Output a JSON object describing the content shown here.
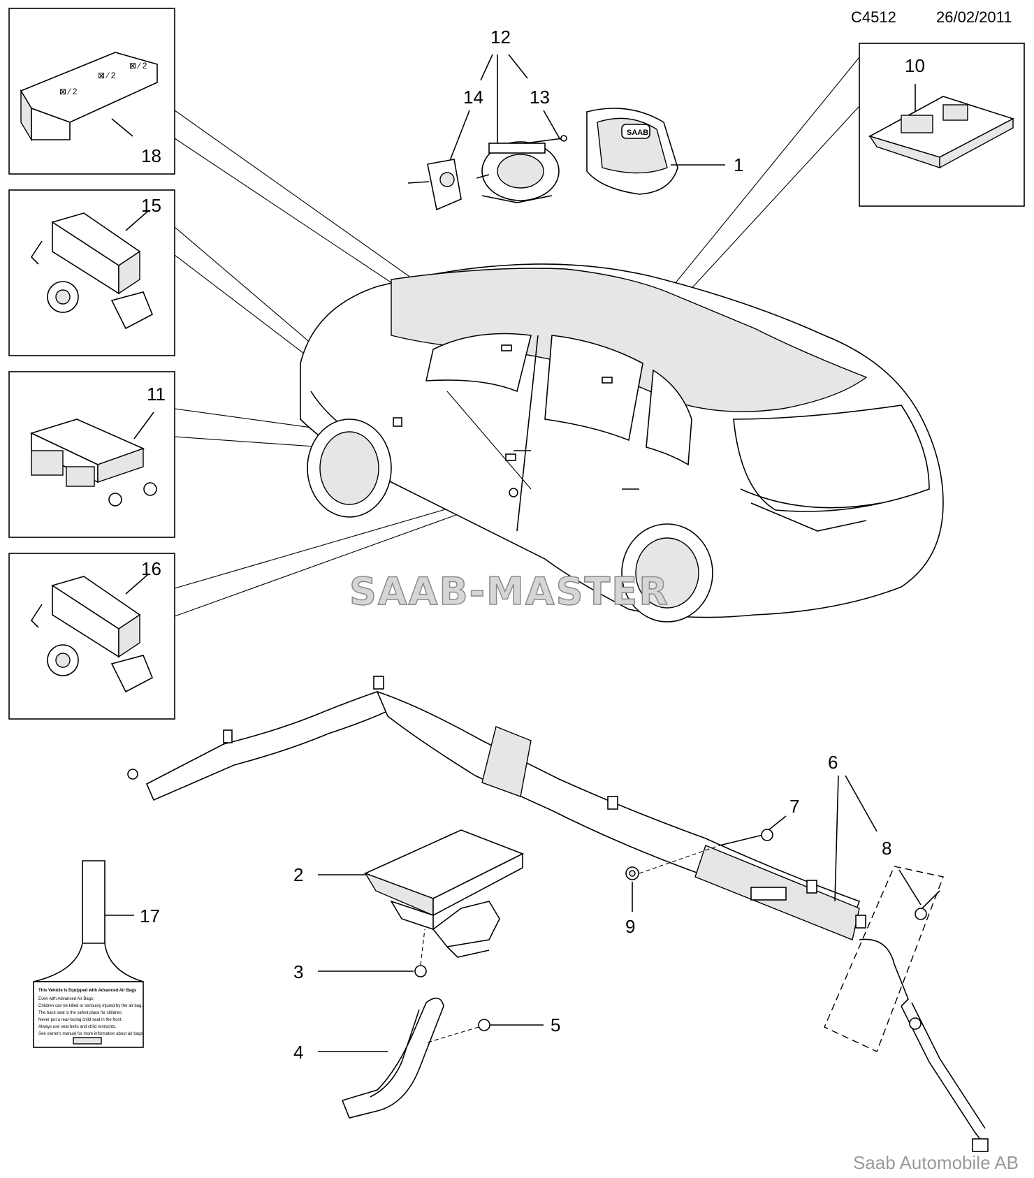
{
  "header": {
    "diagram_code": "C4512",
    "date": "26/02/2011"
  },
  "footer": {
    "company": "Saab Automobile AB"
  },
  "watermark": {
    "text": "SAAB-MASTER"
  },
  "callouts": {
    "c1": "1",
    "c2": "2",
    "c3": "3",
    "c4": "4",
    "c5": "5",
    "c6": "6",
    "c7": "7",
    "c8": "8",
    "c9": "9",
    "c10": "10",
    "c11": "11",
    "c12": "12",
    "c13": "13",
    "c14": "14",
    "c15": "15",
    "c16": "16",
    "c17": "17",
    "c18": "18"
  },
  "airbag_cover_logo": "SAAB",
  "seat_indicator_symbols": [
    "⊠ ⁄ 2",
    "⊠ ⁄ 2",
    "⊠ ⁄ 2"
  ],
  "warning_label_lines": [
    "This Vehicle Is Equipped with Advanced Air Bags",
    "Even with Advanced Air Bags:",
    "Children can be killed or seriously injured by the air bag.",
    "The back seat is the safest place for children.",
    "Never put a rear-facing child seat in the front.",
    "Always use seat belts and child restraints.",
    "See owner's manual for more information about air bags."
  ]
}
